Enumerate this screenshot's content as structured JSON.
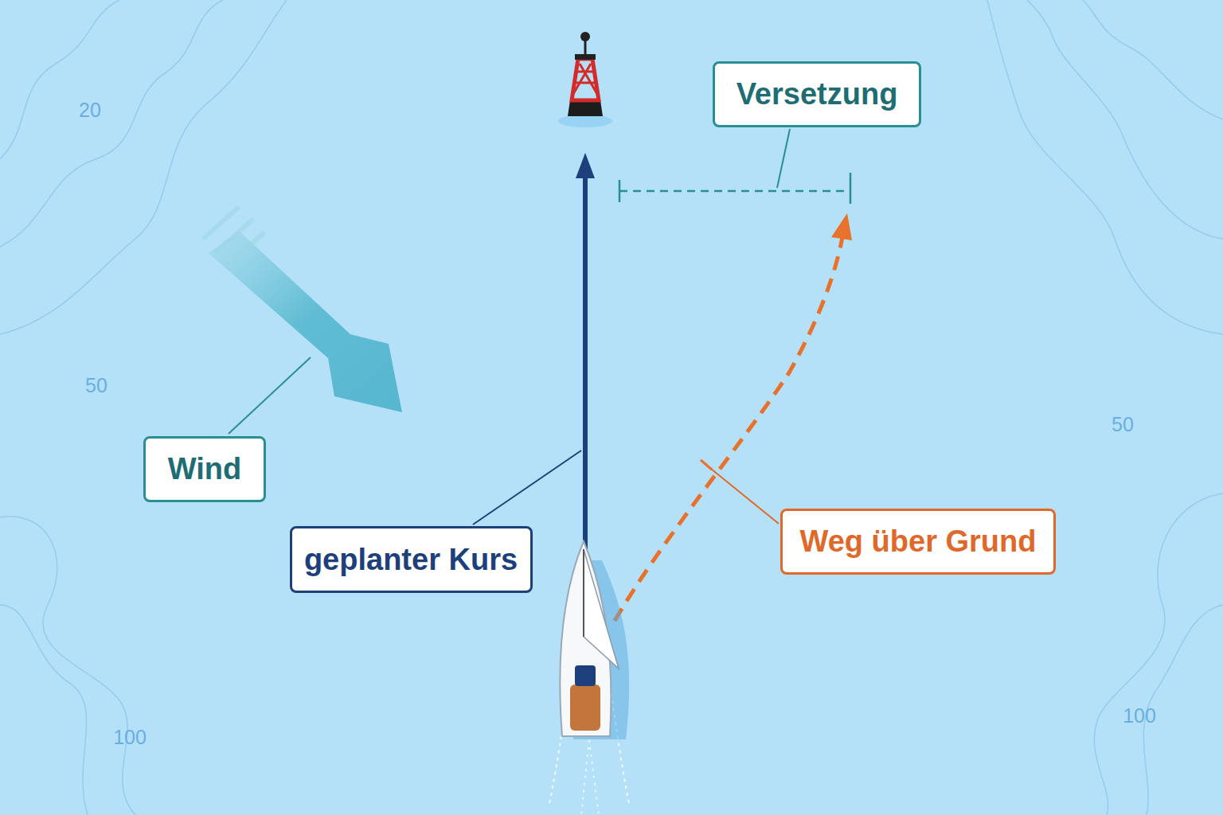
{
  "diagram": {
    "nodes": [
      {
        "text": [
          "Versetzung"
        ]
      },
      {
        "text": [
          "Wind"
        ]
      },
      {
        "text": [
          "geplanter Kurs"
        ]
      },
      {
        "text": [
          "Weg über Grund"
        ]
      }
    ],
    "labels": [
      "20",
      "50",
      "50",
      "100",
      "100"
    ]
  }
}
